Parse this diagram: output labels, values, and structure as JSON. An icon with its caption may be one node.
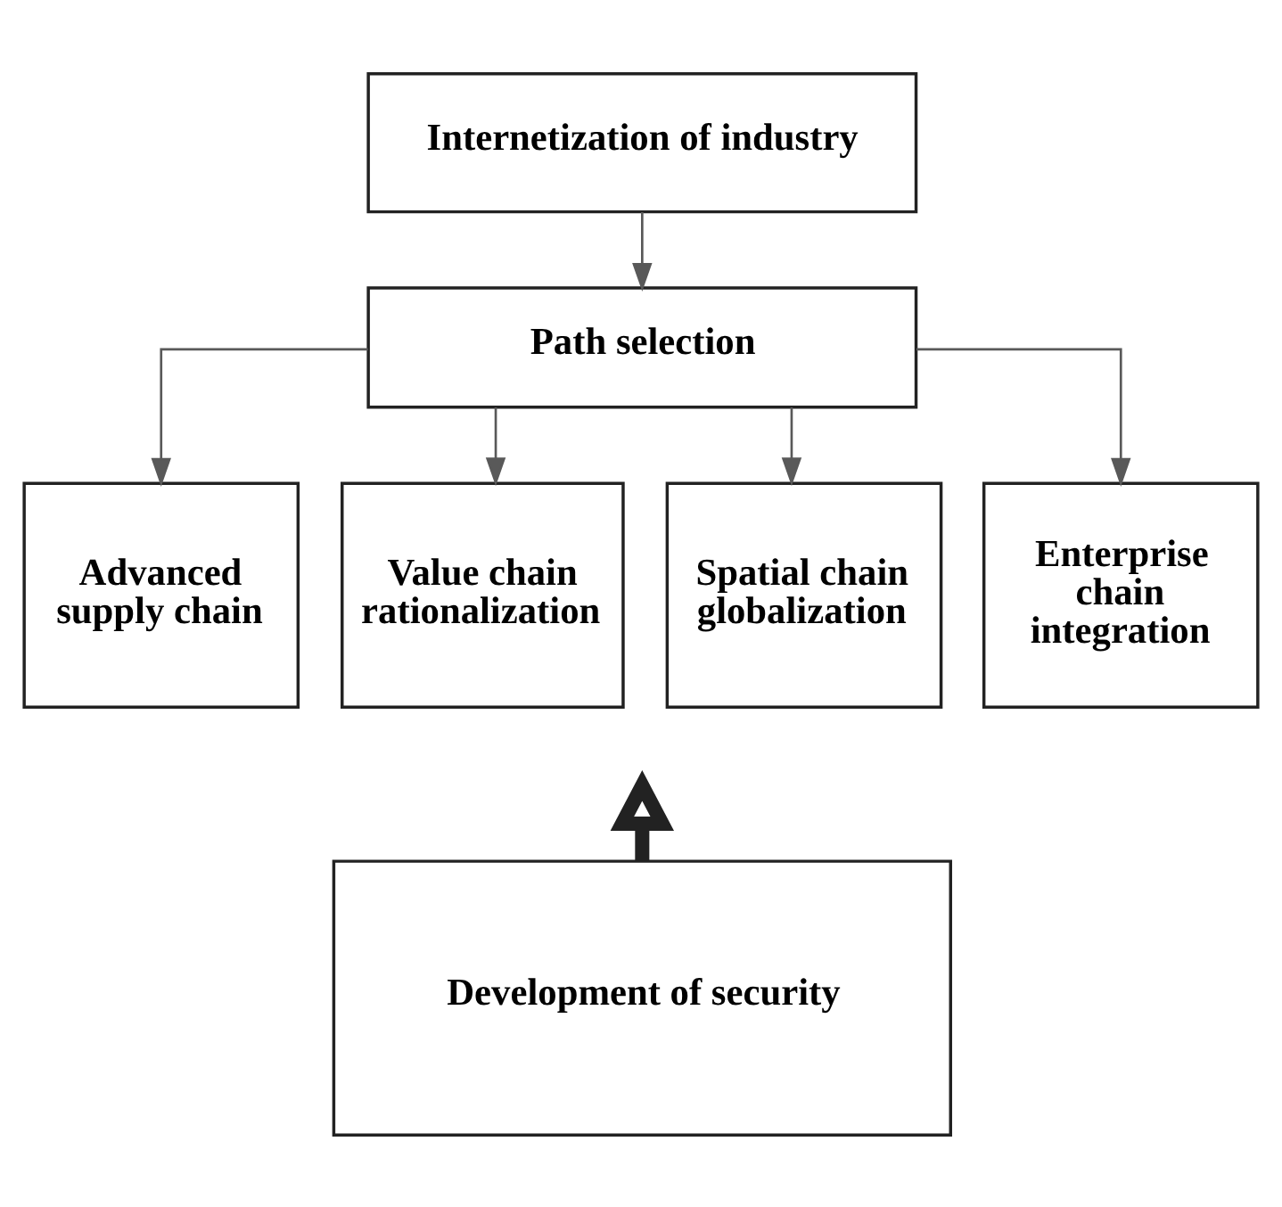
{
  "diagram": {
    "nodes": [
      {
        "text": [
          "Internetization of industry"
        ]
      },
      {
        "text": [
          "Path selection"
        ]
      },
      {
        "text": [
          "Advanced supply chain"
        ]
      },
      {
        "text": [
          "Value chain rationalization"
        ]
      },
      {
        "text": [
          "Spatial chain globalization"
        ]
      },
      {
        "text": [
          "Enterprise chain integration"
        ]
      },
      {
        "text": [
          "Development of security"
        ]
      }
    ],
    "edges": [
      {
        "from": 0,
        "to": 1,
        "arrow": "to"
      },
      {
        "from": 1,
        "to": 2,
        "arrow": "to"
      },
      {
        "from": 1,
        "to": 3,
        "arrow": "to"
      },
      {
        "from": 1,
        "to": 4,
        "arrow": "to"
      },
      {
        "from": 1,
        "to": 5,
        "arrow": "to"
      },
      {
        "from": 6,
        "to": null,
        "arrow": "to",
        "style": "thick"
      }
    ]
  }
}
